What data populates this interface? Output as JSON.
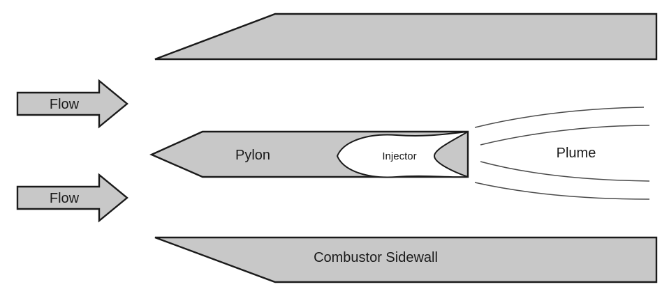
{
  "labels": {
    "flow_top": "Flow",
    "flow_bottom": "Flow",
    "pylon": "Pylon",
    "injector": "Injector",
    "plume": "Plume",
    "sidewall_bottom": "Combustor Sidewall"
  },
  "colors": {
    "fill": "#c8c8c8",
    "stroke": "#1a1a1a",
    "background": "#ffffff"
  }
}
